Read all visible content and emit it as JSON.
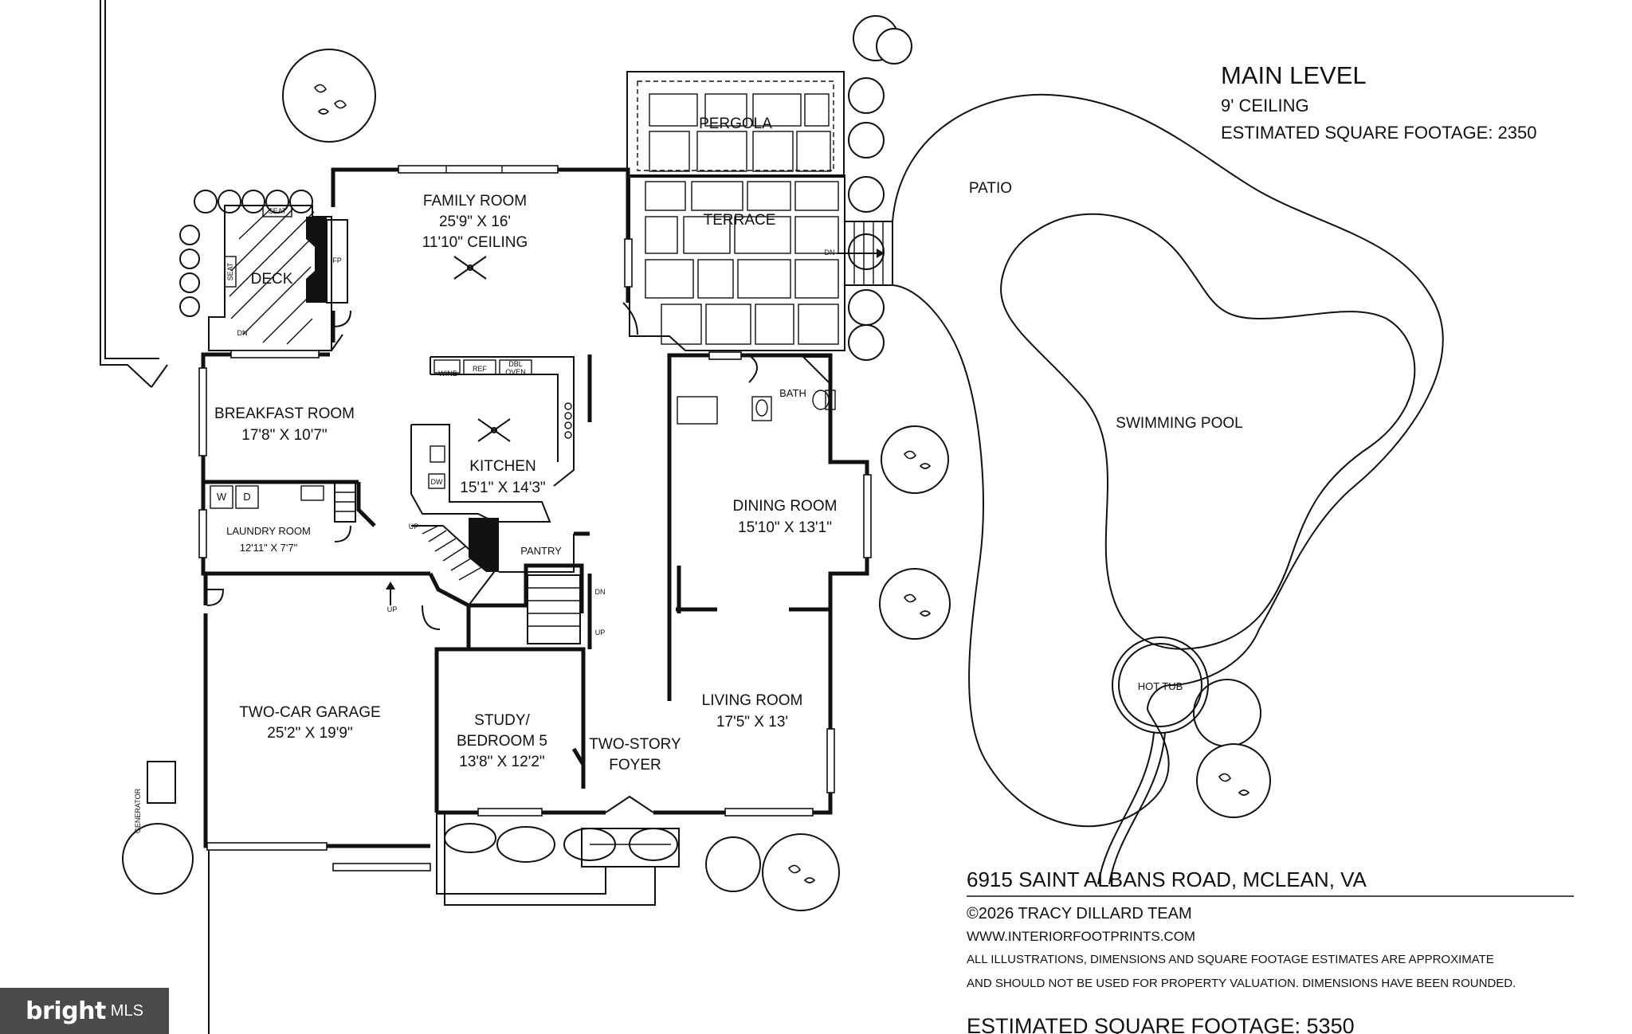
{
  "header": {
    "title": "MAIN LEVEL",
    "ceiling": "9' CEILING",
    "level_sqft": "ESTIMATED SQUARE FOOTAGE: 2350"
  },
  "outdoor": {
    "pergola": "PERGOLA",
    "terrace": "TERRACE",
    "patio": "PATIO",
    "pool": "SWIMMING POOL",
    "hot_tub": "HOT TUB",
    "deck": "DECK",
    "generator": "GENERATOR"
  },
  "rooms": {
    "family": {
      "name": "FAMILY ROOM",
      "dims": "25'9\" X 16'",
      "ceiling": "11'10\" CEILING"
    },
    "breakfast": {
      "name": "BREAKFAST ROOM",
      "dims": "17'8\" X 10'7\""
    },
    "kitchen": {
      "name": "KITCHEN",
      "dims": "15'1\" X 14'3\""
    },
    "laundry": {
      "name": "LAUNDRY ROOM",
      "dims": "12'11\" X 7'7\""
    },
    "dining": {
      "name": "DINING ROOM",
      "dims": "15'10\" X 13'1\""
    },
    "living": {
      "name": "LIVING ROOM",
      "dims": "17'5\" X 13'"
    },
    "garage": {
      "name": "TWO-CAR GARAGE",
      "dims": "25'2\" X 19'9\""
    },
    "study": {
      "line1": "STUDY/",
      "line2": "BEDROOM 5",
      "dims": "13'8\" X 12'2\""
    },
    "foyer": {
      "line1": "TWO-STORY",
      "line2": "FOYER"
    },
    "bath": "BATH",
    "pantry": "PANTRY"
  },
  "fixtures": {
    "fp": "FP",
    "seat": "SEAT",
    "wine": "WINE",
    "ref": "REF",
    "dbl": "DBL",
    "oven": "OVEN",
    "dw": "DW",
    "w": "W",
    "d": "D",
    "up": "UP",
    "dn": "DN"
  },
  "info": {
    "address": "6915 SAINT ALBANS ROAD, MCLEAN, VA",
    "copyright": "©2026 TRACY DILLARD TEAM",
    "website": "WWW.INTERIORFOOTPRINTS.COM",
    "disclaimer1": "ALL ILLUSTRATIONS, DIMENSIONS AND SQUARE FOOTAGE ESTIMATES ARE APPROXIMATE",
    "disclaimer2": "AND  SHOULD NOT BE USED FOR PROPERTY VALUATION. DIMENSIONS HAVE BEEN ROUNDED.",
    "total_sqft": "ESTIMATED SQUARE FOOTAGE: 5350"
  },
  "watermark": {
    "brand": "bright",
    "suffix": "MLS"
  }
}
